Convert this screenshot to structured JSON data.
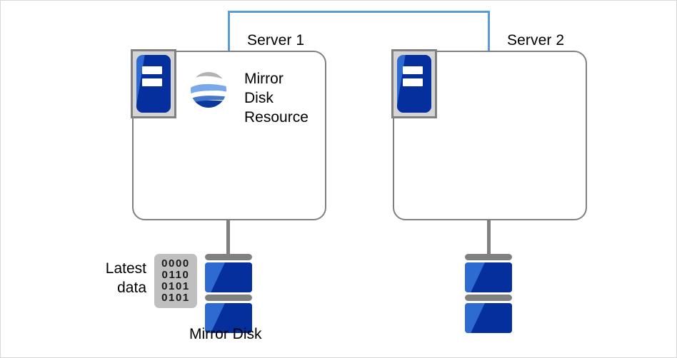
{
  "diagram": {
    "title": "Mirror disk resource failover diagram",
    "colors": {
      "interconnect": "#5b9bd5",
      "outline": "#808080",
      "icon_blue": "#2e6bd0",
      "icon_navy": "#062f9e",
      "chip_gray": "#bfbfbf",
      "icon_frame": "#d4d4d4",
      "background": "#ffffff"
    },
    "interconnect": {
      "name": "server-interconnect"
    },
    "servers": [
      {
        "label": "Server 1",
        "server_icon": "server-icon",
        "resource": {
          "icon": "mirror-disk-resource-icon",
          "label_lines": [
            "Mirror",
            "Disk",
            "Resource"
          ]
        }
      },
      {
        "label": "Server 2",
        "server_icon": "server-icon",
        "resource": null
      }
    ],
    "disks": [
      {
        "label": "Mirror Disk",
        "annotation": {
          "label_lines": [
            "Latest",
            "data"
          ],
          "binary_rows": [
            "0000",
            "0110",
            "0101",
            "0101"
          ]
        }
      },
      {
        "label": "",
        "annotation": null
      }
    ]
  }
}
